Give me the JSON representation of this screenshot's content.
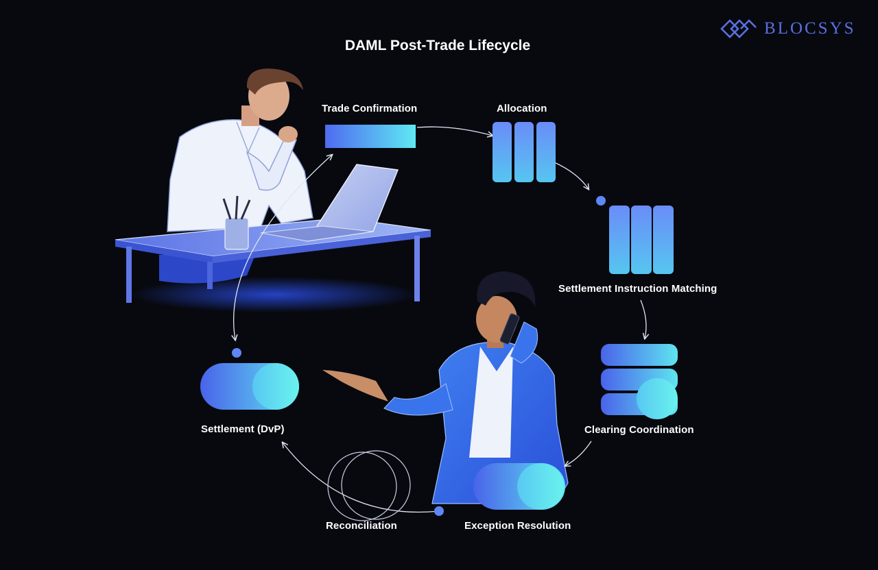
{
  "brand": {
    "name": "BLOCSYS",
    "logo_icon": "diamond-chain-logo-icon"
  },
  "title": "DAML Post-Trade Lifecycle",
  "stages": {
    "trade_confirmation": "Trade Confirmation",
    "allocation": "Allocation",
    "settlement_instruction_matching": "Settlement Instruction Matching",
    "clearing_coordination": "Clearing Coordination",
    "exception_resolution": "Exception Resolution",
    "reconciliation": "Reconciliation",
    "settlement_dvp": "Settlement (DvP)"
  },
  "colors": {
    "background": "#07090f",
    "accent_blue": "#4f6bf0",
    "accent_cyan": "#5fe9f2",
    "brand": "#5a70e0"
  }
}
